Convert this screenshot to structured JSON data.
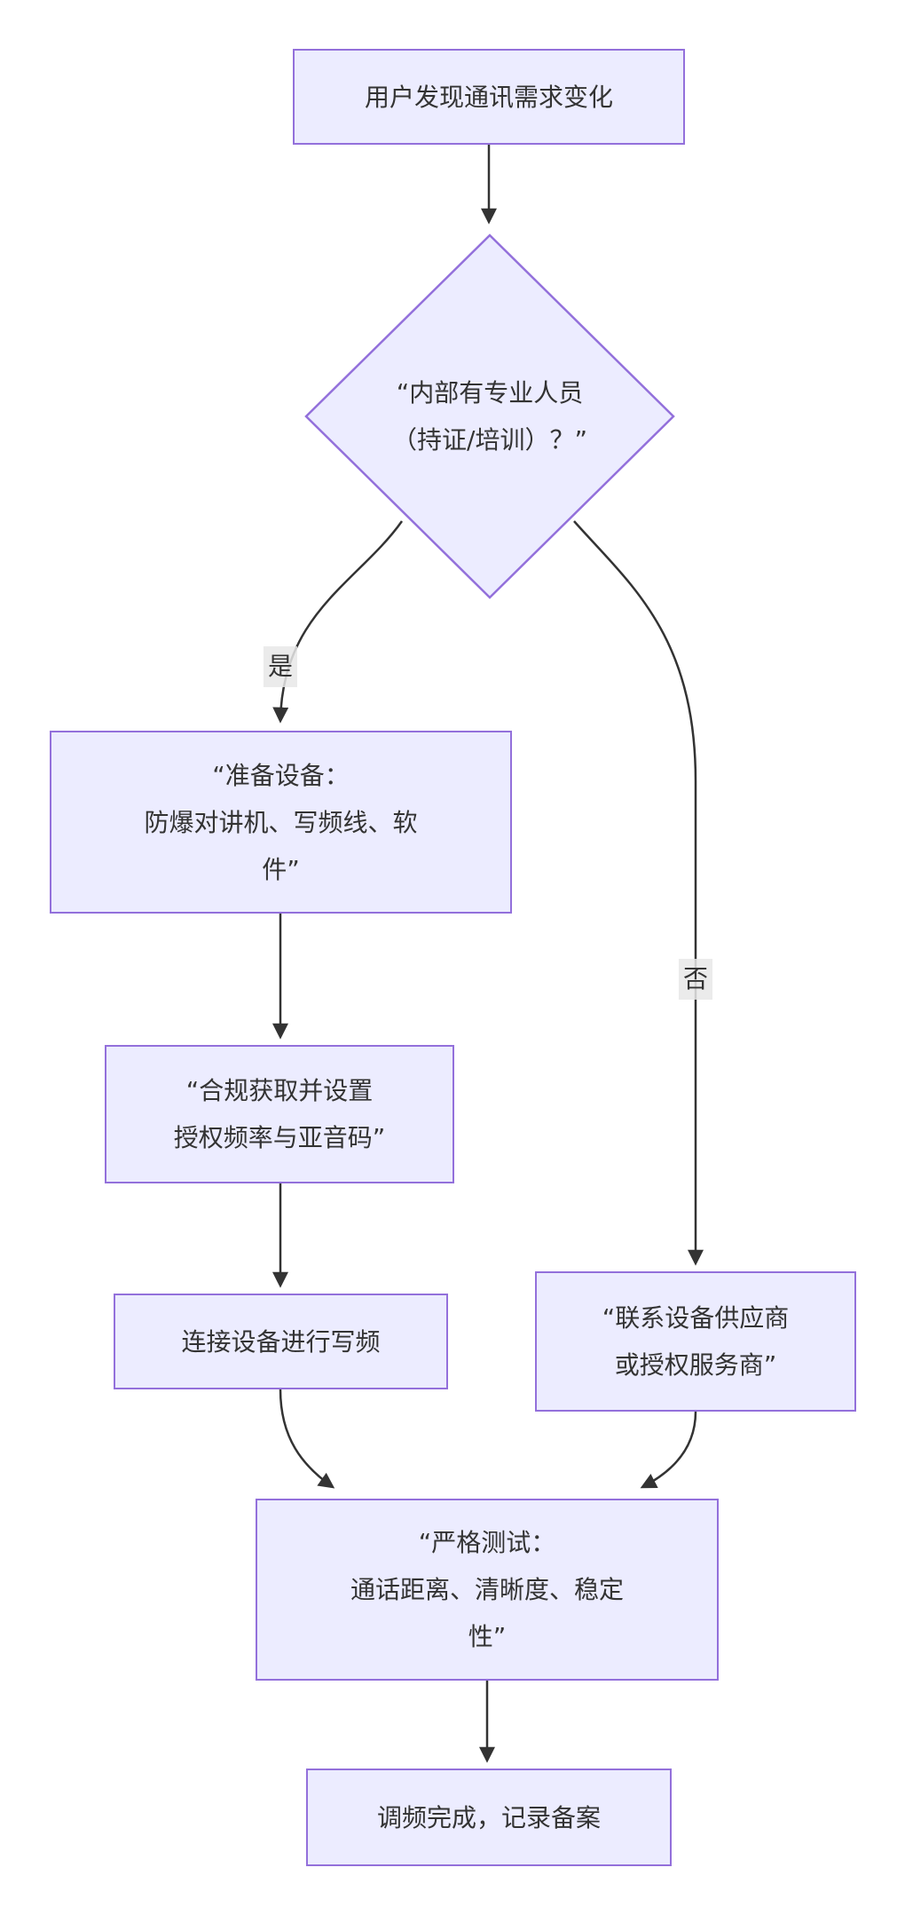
{
  "diagram": {
    "type": "flowchart-top-down",
    "colors": {
      "node_fill": "#ECECFF",
      "node_border": "#9370DB",
      "edge_line": "#333333",
      "text": "#333333",
      "edge_label_bg": "#e8e8e8",
      "background": "#ffffff"
    },
    "nodes": {
      "start": {
        "label": "用户发现通讯需求变化"
      },
      "decision": {
        "label": "“内部有专业人员\n（持证/培训）？”"
      },
      "prepare": {
        "label": "“准备设备：\n防爆对讲机、写频线、软\n件”"
      },
      "frequency": {
        "label": "“合规获取并设置\n授权频率与亚音码”"
      },
      "connect": {
        "label": "连接设备进行写频"
      },
      "contact": {
        "label": "“联系设备供应商\n或授权服务商”"
      },
      "test": {
        "label": "“严格测试：\n通话距离、清晰度、稳定\n性”"
      },
      "done": {
        "label": "调频完成，记录备案"
      }
    },
    "edge_labels": {
      "yes": "是",
      "no": "否"
    }
  }
}
